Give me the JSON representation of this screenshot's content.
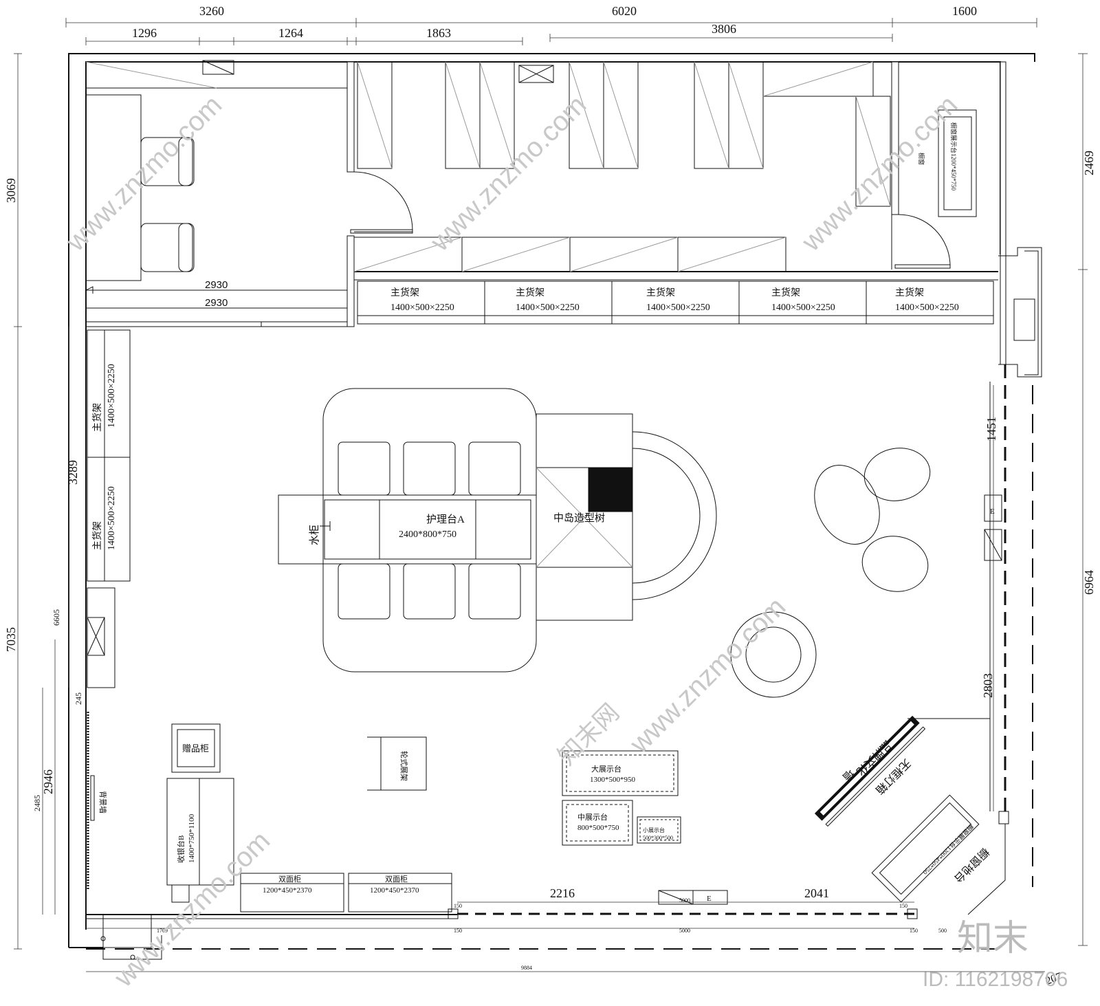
{
  "dimensions": {
    "top_outer": [
      "3260",
      "6020",
      "1600"
    ],
    "top_inner": [
      "1296",
      "1264",
      "1863",
      "3806"
    ],
    "left": [
      "3069",
      "3289",
      "7035",
      "6605",
      "2946",
      "2485",
      "245"
    ],
    "right": [
      "2469",
      "1451",
      "6964",
      "2803"
    ],
    "inner_room": "2930",
    "bottom_main": [
      "2216",
      "2041"
    ],
    "bottom_small": [
      "150",
      "150",
      "150",
      "150",
      "500",
      "1709",
      "5000",
      "9884",
      "5000",
      "207"
    ]
  },
  "shelf_units": [
    {
      "name": "主货架",
      "size": "1400×500×2250"
    },
    {
      "name": "主货架",
      "size": "1400×500×2250"
    },
    {
      "name": "主货架",
      "size": "1400×500×2250"
    },
    {
      "name": "主货架",
      "size": "1400×500×2250"
    },
    {
      "name": "主货架",
      "size": "1400×500×2250"
    }
  ],
  "left_shelves": [
    {
      "name": "主货架",
      "size": "1400×500×2250"
    },
    {
      "name": "主货架",
      "size": "1400×500×2250"
    }
  ],
  "labels": {
    "water_cabinet": "水柜",
    "care_table": "护理台A",
    "care_table_size": "2400*800*750",
    "island_tree": "中岛造型树",
    "gift_cabinet": "赠品柜",
    "wheel_rack": "轮式展架",
    "cashier": "收银台B",
    "cashier_size": "1400*750*1100",
    "mirror": "背景墙",
    "double_cabinet_1": "双面柜",
    "double_cabinet_1_size": "1200*450*2370",
    "double_cabinet_2": "双面柜",
    "double_cabinet_2_size": "1200*450*2370",
    "large_display": "大展示台",
    "large_display_size": "1300*500*950",
    "medium_display": "中展示台",
    "medium_display_size": "800*500*750",
    "small_display": "小展示台",
    "small_display_size": "500*300*500",
    "window_table_top": "橱窗展示台1200*450*750",
    "window_table_bottom": "橱窗展示台1200*450*750",
    "window_platform": "橱窗地台",
    "frameless_lightbox": "无框灯箱",
    "brand_culture": "品牌文化",
    "brand_culture_2": "墙",
    "window_text": "橱窗",
    "e_mark": "E",
    "e_mark_2": "E"
  },
  "watermark": {
    "site": "www.znzmo.com",
    "brand": "知末网",
    "logo": "知末",
    "id": "ID: 1162198706"
  }
}
